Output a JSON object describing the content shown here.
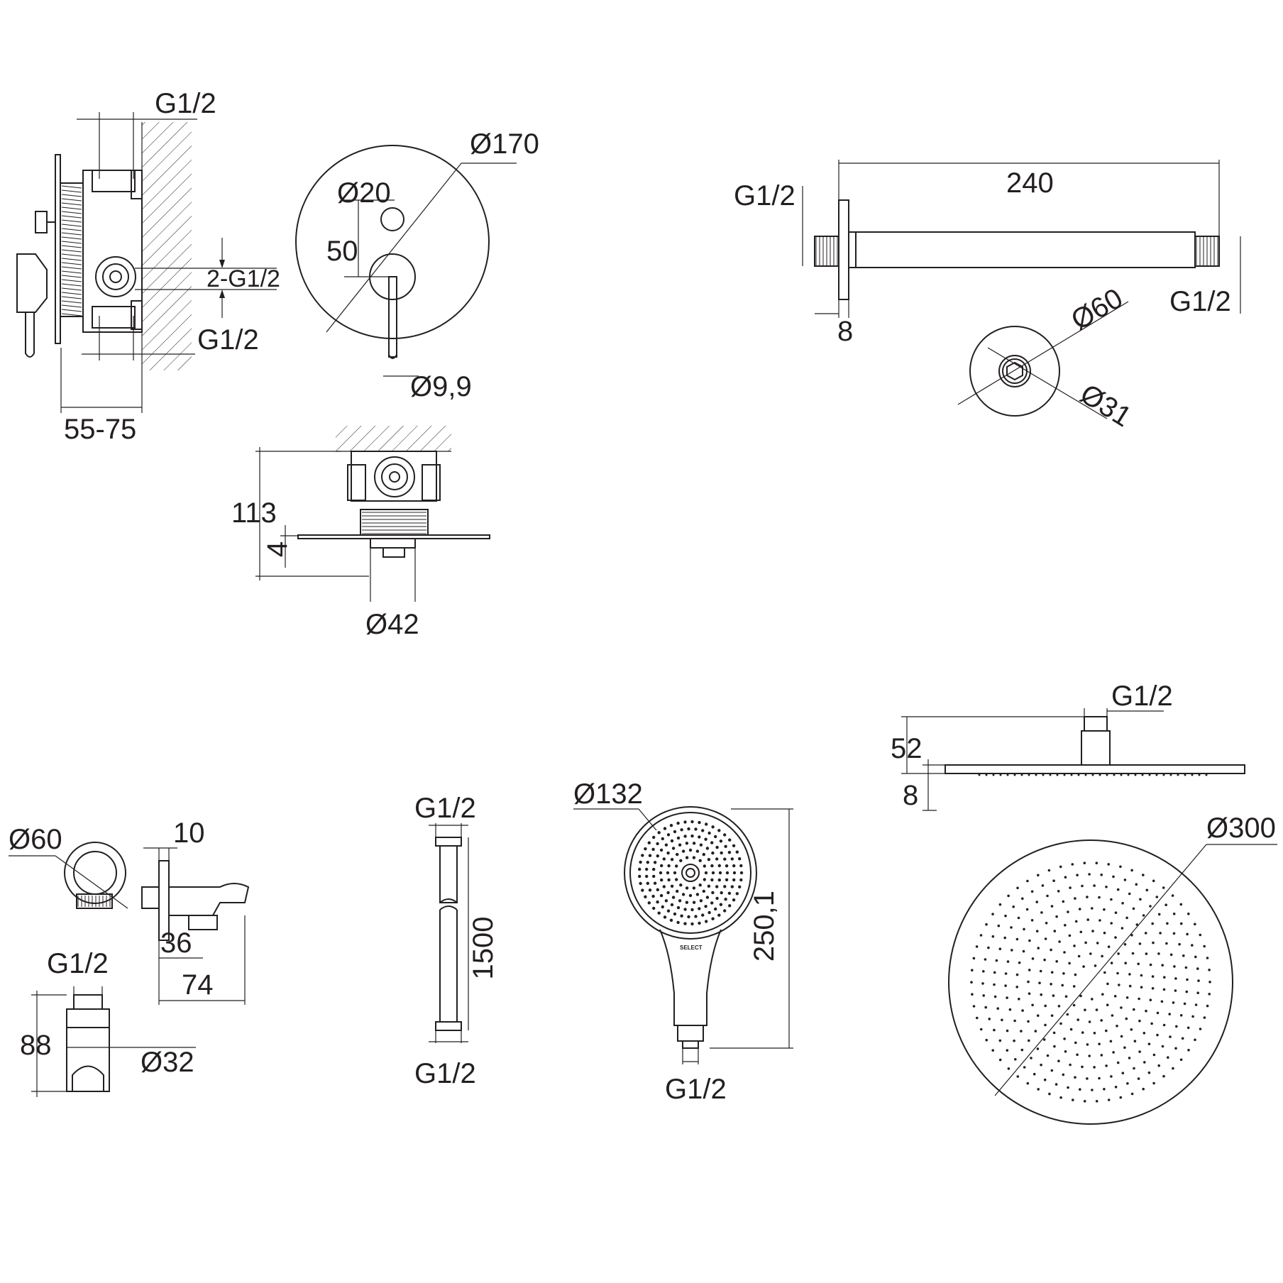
{
  "mixer": {
    "inlet_top": "G1/2",
    "outlet_side": "2-G1/2",
    "inlet_bottom": "G1/2",
    "depth": "55-75",
    "plate_diameter": "Ø170",
    "knob_diameter": "Ø20",
    "knob_offset": "50",
    "lever_diameter": "Ø9,9",
    "height": "113",
    "plate_thickness": "4",
    "cartridge_diameter": "Ø42"
  },
  "shower_arm": {
    "length": "240",
    "thread_wall": "G1/2",
    "thread_head": "G1/2",
    "flange_thickness": "8",
    "flange_diameter": "Ø60",
    "pipe_diameter": "Ø31"
  },
  "wall_outlet": {
    "flange_diameter": "Ø60",
    "flange_thickness": "10",
    "outlet_offset": "36",
    "total_length": "74",
    "thread": "G1/2",
    "height": "88",
    "base_diameter": "Ø32"
  },
  "hose": {
    "thread_top": "G1/2",
    "length": "1500",
    "thread_bottom": "G1/2"
  },
  "hand_shower": {
    "head_diameter": "Ø132",
    "length": "250,1",
    "thread": "G1/2",
    "brand_mark": "SELECT"
  },
  "overhead_shower": {
    "thread": "G1/2",
    "height": "52",
    "thickness": "8",
    "diameter": "Ø300"
  },
  "colors": {
    "line": "#231f20",
    "background": "#ffffff"
  }
}
